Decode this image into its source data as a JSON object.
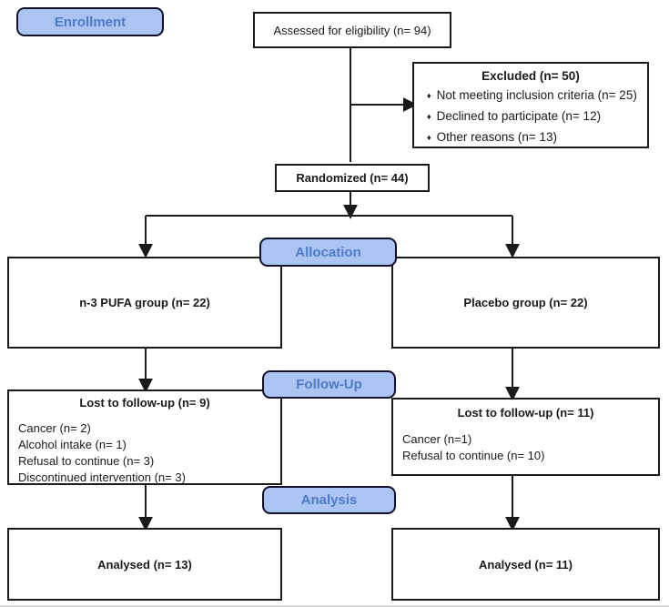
{
  "figure": {
    "type": "consort-flow-diagram",
    "colors": {
      "badge_fill": "#abc4f2",
      "badge_border": "#11112b",
      "badge_text": "#4e7bc8",
      "box_border": "#1a1a1a",
      "line": "#1a1a1a",
      "background": "#ffffff"
    },
    "bullet_glyph": "♦",
    "stages": {
      "enrollment": "Enrollment",
      "allocation": "Allocation",
      "followup": "Follow-Up",
      "analysis": "Analysis"
    },
    "assessed": {
      "label": "Assessed for eligibility (n= 94)"
    },
    "excluded": {
      "title": "Excluded (n= 50)",
      "items": [
        "Not meeting inclusion criteria (n= 25)",
        "Declined to participate (n= 12)",
        "Other reasons (n= 13)"
      ]
    },
    "randomized": {
      "label": "Randomized (n= 44)"
    },
    "group_left": {
      "label": "n-3 PUFA group (n= 22)"
    },
    "group_right": {
      "label": "Placebo group (n= 22)"
    },
    "lost_left": {
      "title": "Lost to follow-up (n= 9)",
      "items": [
        "Cancer (n= 2)",
        "Alcohol intake (n= 1)",
        "Refusal to continue (n= 3)",
        "Discontinued intervention (n= 3)"
      ]
    },
    "lost_right": {
      "title": "Lost to follow-up (n= 11)",
      "items": [
        "Cancer (n=1)",
        "Refusal to continue (n= 10)"
      ]
    },
    "analysed_left": {
      "label": "Analysed (n= 13)"
    },
    "analysed_right": {
      "label": "Analysed (n= 11)"
    }
  }
}
